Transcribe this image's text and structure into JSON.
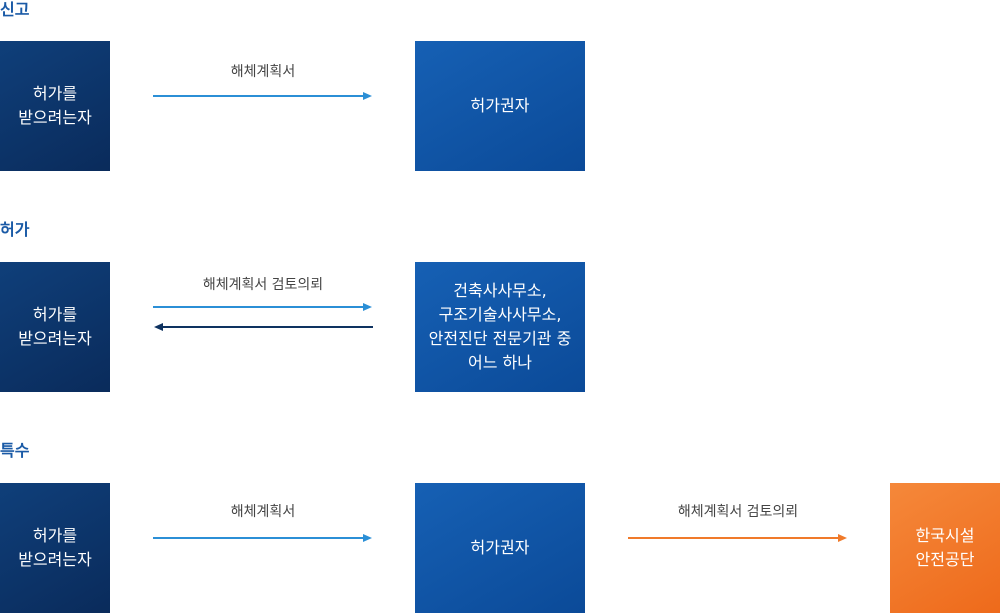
{
  "sections": [
    {
      "title": "신고",
      "applicant": [
        "허가를",
        "받으려는자"
      ],
      "arrow_label": "해체계획서",
      "target": [
        "허가권자"
      ]
    },
    {
      "title": "허가",
      "applicant": [
        "허가를",
        "받으려는자"
      ],
      "arrow_label": "해체계획서 검토의뢰",
      "target": [
        "건축사사무소,",
        "구조기술사사무소,",
        "안전진단 전문기관 중",
        "어느 하나"
      ]
    },
    {
      "title": "특수",
      "applicant": [
        "허가를",
        "받으려는자"
      ],
      "arrow_label": "해체계획서",
      "target": [
        "허가권자"
      ],
      "arrow2_label": "해체계획서 검토의뢰",
      "target2": [
        "한국시설",
        "안전공단"
      ]
    }
  ],
  "colors": {
    "title": "#1a5aa6",
    "arrow_light": "#2b8fd6",
    "arrow_dark": "#0e3260",
    "arrow_orange": "#f07a2a"
  }
}
